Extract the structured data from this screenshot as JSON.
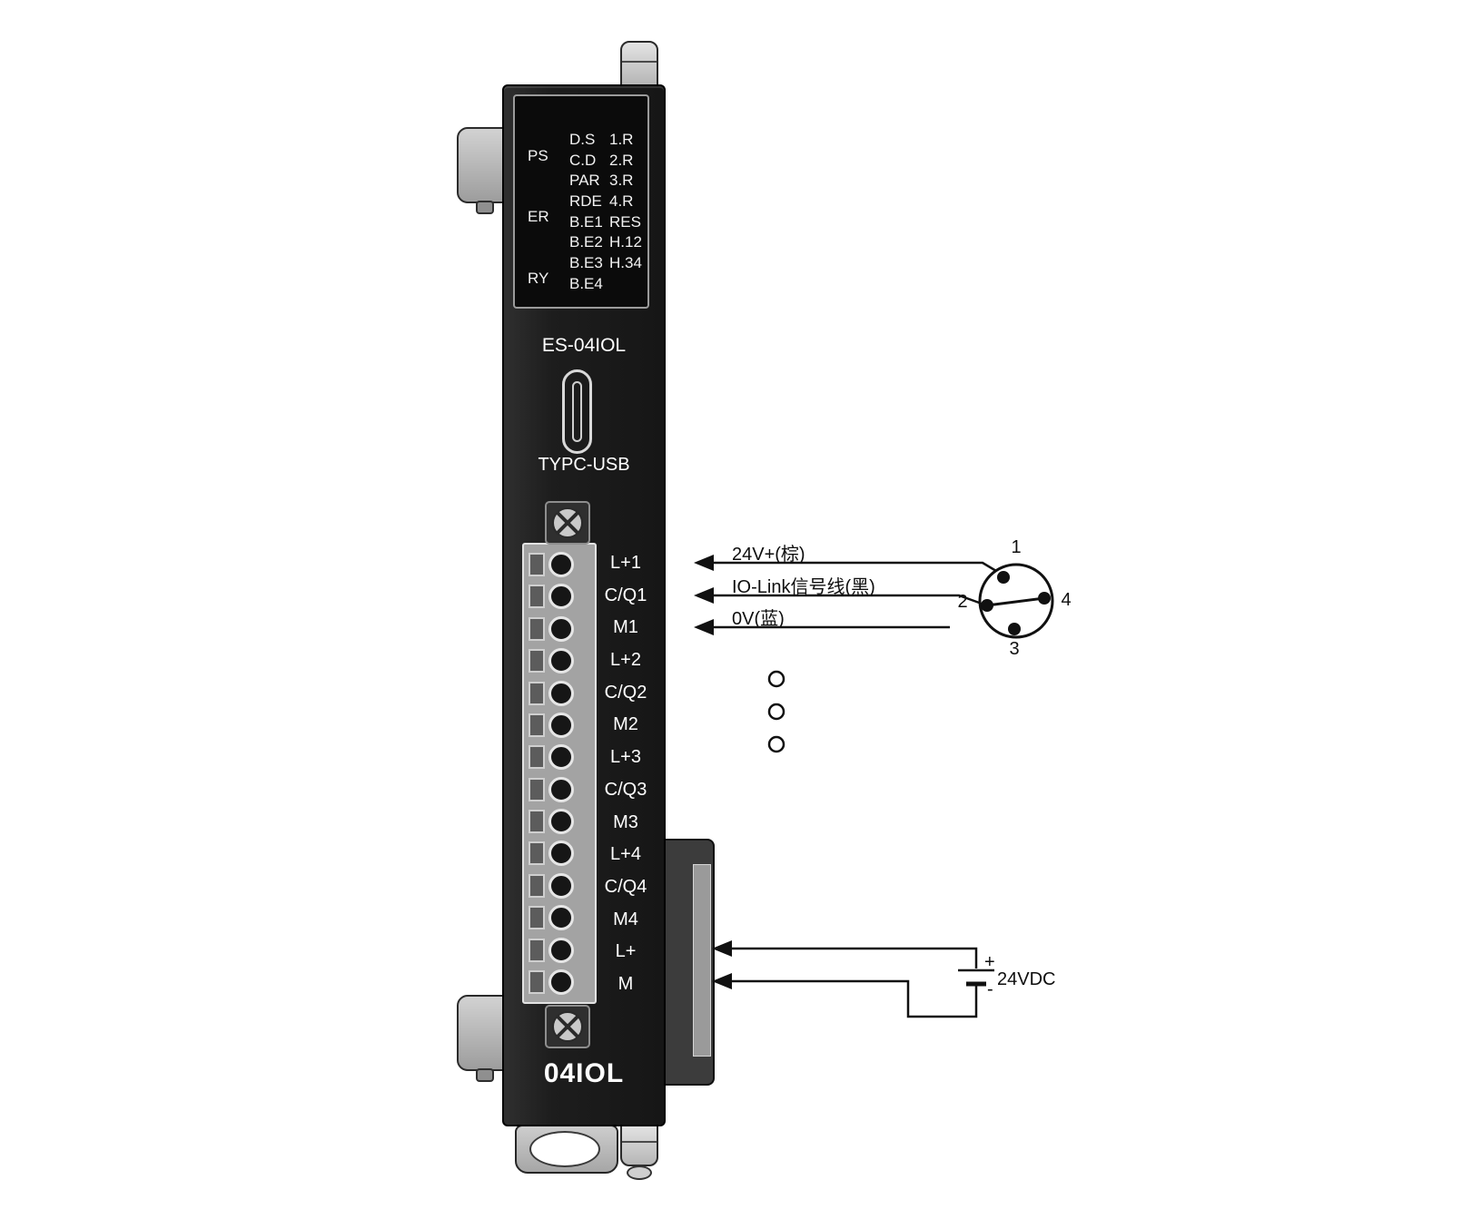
{
  "module": {
    "led_panel": {
      "status_labels": [
        "PS",
        "ER",
        "RY"
      ],
      "rows": [
        {
          "mid": "D.S",
          "right": "1.R"
        },
        {
          "mid": "C.D",
          "right": "2.R"
        },
        {
          "mid": "PAR",
          "right": "3.R"
        },
        {
          "mid": "RDE",
          "right": "4.R"
        },
        {
          "mid": "B.E1",
          "right": "RES"
        },
        {
          "mid": "B.E2",
          "right": "H.12"
        },
        {
          "mid": "B.E3",
          "right": "H.34"
        },
        {
          "mid": "B.E4",
          "right": ""
        }
      ]
    },
    "model": "ES-04IOL",
    "usb_port": "TYPC-USB",
    "footer": "04IOL",
    "terminals": [
      "L+1",
      "C/Q1",
      "M1",
      "L+2",
      "C/Q2",
      "M2",
      "L+3",
      "C/Q3",
      "M3",
      "L+4",
      "C/Q4",
      "M4",
      "L+",
      "M"
    ]
  },
  "wiring": {
    "labels": [
      "24V+(棕)",
      "IO-Link信号线(黑)",
      "0V(蓝)"
    ],
    "m12_pins": {
      "p1": "1",
      "p2": "2",
      "p3": "3",
      "p4": "4"
    },
    "power": {
      "plus": "+",
      "minus": "-",
      "label": "24VDC"
    }
  }
}
